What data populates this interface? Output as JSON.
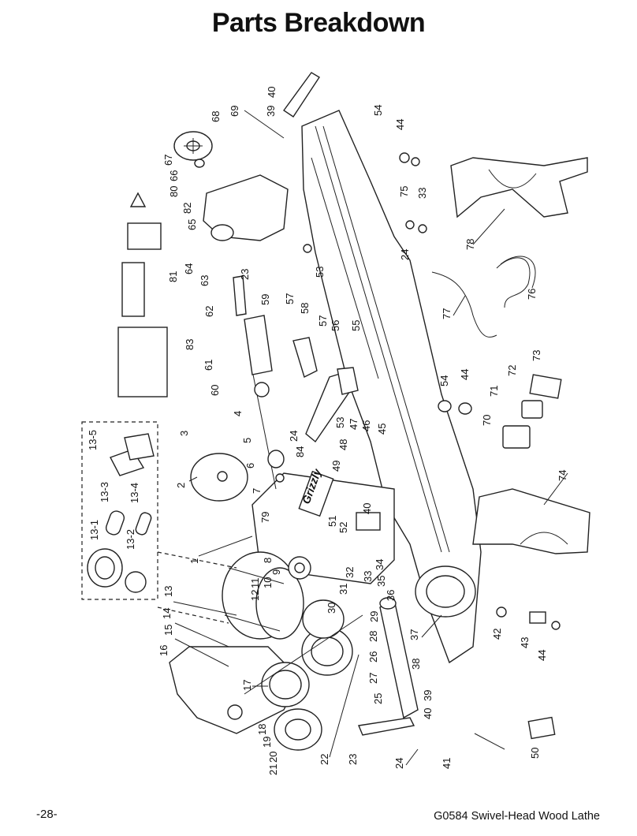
{
  "page": {
    "title": "Parts Breakdown",
    "page_number": "-28-",
    "model": "G0584 Swivel-Head Wood Lathe"
  },
  "diagram": {
    "brand_text": "Grizzly",
    "callouts": [
      "1",
      "2",
      "3",
      "4",
      "5",
      "6",
      "7",
      "8",
      "9",
      "10",
      "11",
      "12",
      "13",
      "13-1",
      "13-2",
      "13-3",
      "13-4",
      "13-5",
      "14",
      "15",
      "16",
      "17",
      "18",
      "19",
      "20",
      "21",
      "22",
      "23",
      "24",
      "25",
      "26",
      "27",
      "28",
      "29",
      "30",
      "31",
      "32",
      "33",
      "34",
      "35",
      "36",
      "37",
      "38",
      "39",
      "40",
      "41",
      "42",
      "43",
      "44",
      "45",
      "46",
      "47",
      "48",
      "49",
      "50",
      "51",
      "52",
      "53",
      "54",
      "55",
      "56",
      "57",
      "58",
      "59",
      "60",
      "61",
      "62",
      "63",
      "64",
      "65",
      "66",
      "67",
      "68",
      "69",
      "70",
      "71",
      "72",
      "73",
      "74",
      "75",
      "76",
      "77",
      "78",
      "79",
      "80",
      "81",
      "82",
      "83",
      "84"
    ]
  }
}
